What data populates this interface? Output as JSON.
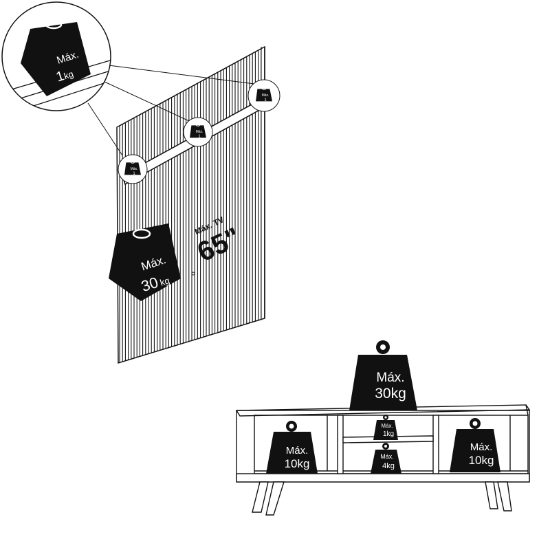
{
  "panel": {
    "zoom_weight": {
      "line1": "Máx.",
      "line2": "1",
      "unit": "kg"
    },
    "shelf_weights": [
      {
        "line1": "Máx.",
        "line2": "1",
        "unit": "kg"
      },
      {
        "line1": "Máx.",
        "line2": "1",
        "unit": "kg"
      },
      {
        "line1": "Máx.",
        "line2": "1",
        "unit": "kg"
      }
    ],
    "main_weight": {
      "line1": "Máx.",
      "line2": "30",
      "unit": "kg"
    },
    "tv_label": {
      "line1": "Máx. TV",
      "line2": "65\""
    }
  },
  "rack": {
    "top_weight": {
      "line1": "Máx.",
      "line2": "30kg"
    },
    "left_weight": {
      "line1": "Máx.",
      "line2": "10kg"
    },
    "right_weight": {
      "line1": "Máx.",
      "line2": "10kg"
    },
    "center_top_weight": {
      "line1": "Máx.",
      "line2": "1kg"
    },
    "center_bottom_weight": {
      "line1": "Máx.",
      "line2": "4kg"
    }
  },
  "colors": {
    "ink": "#111111",
    "paper": "#ffffff",
    "weight_fill": "#111111"
  }
}
